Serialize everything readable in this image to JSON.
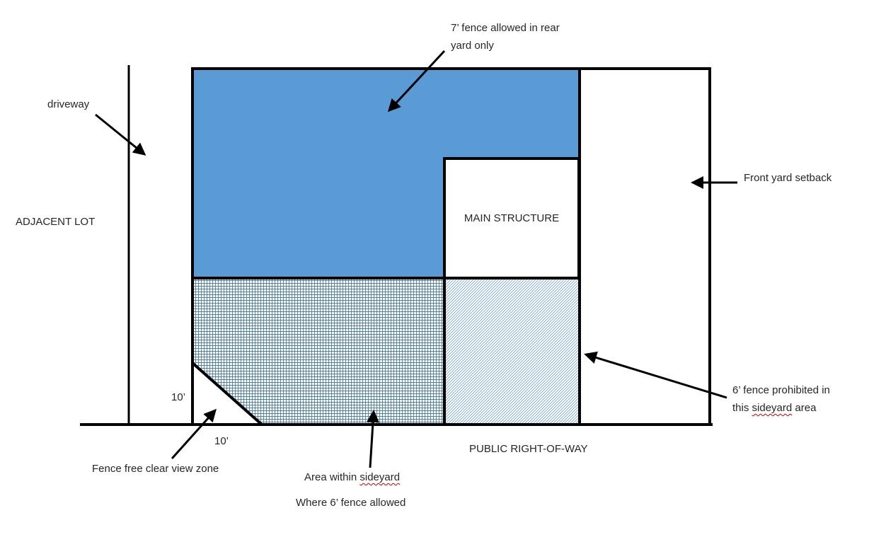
{
  "colors": {
    "rear_yard_fill": "#5B9BD5",
    "outline": "#000000",
    "crosshatch_line": "#4d7fa8",
    "diagonal_hatch_line": "#7aa7c7",
    "misspell_underline": "#c00000",
    "text": "#262626"
  },
  "labels": {
    "rear_fence_note": {
      "line1": "7’ fence allowed in rear",
      "line2": "yard only"
    },
    "driveway": "driveway",
    "adjacent_lot": "ADJACENT LOT",
    "main_structure": "MAIN STRUCTURE",
    "front_yard_setback": "Front yard setback",
    "fence_prohibited": {
      "line1": "6’ fence prohibited in",
      "line2_prefix": "this ",
      "line2_word": "sideyard",
      "line2_suffix": " area"
    },
    "clear_view_zone": "Fence free clear view zone",
    "sideyard_allowed": {
      "line1_prefix": "Area within ",
      "line1_word": "sideyard",
      "line2": "Where 6’ fence allowed"
    },
    "public_right_of_way": "PUBLIC RIGHT-OF-WAY",
    "clear_view_left_dim": "10’",
    "clear_view_bottom_dim": "10’"
  }
}
